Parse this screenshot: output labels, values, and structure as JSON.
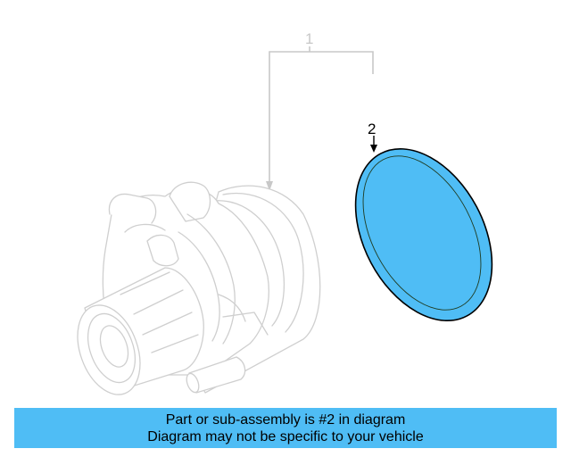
{
  "diagram": {
    "callouts": [
      {
        "number": "1",
        "label_color": "#c8c8c8",
        "description": "Water pump assembly (ghosted)"
      },
      {
        "number": "2",
        "label_color": "#000000",
        "description": "Gasket (highlighted)"
      }
    ],
    "highlight_color": "#4fbdf5",
    "ghost_line_color": "#cccccc"
  },
  "banner": {
    "line1": "Part or sub-assembly is #2 in diagram",
    "line2": "Diagram may not be specific to your vehicle",
    "background": "#4fbdf5"
  }
}
